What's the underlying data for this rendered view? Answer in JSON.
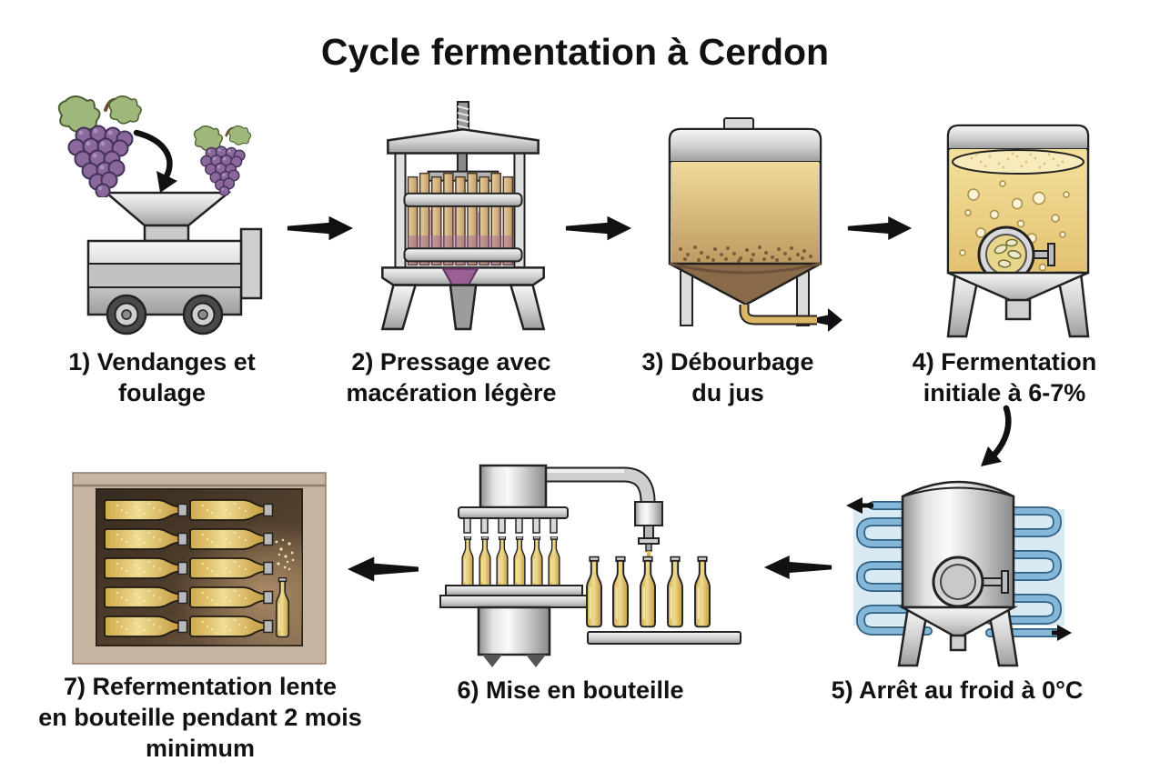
{
  "title": "Cycle fermentation à Cerdon",
  "steps": [
    {
      "id": 1,
      "lines": [
        "1) Vendanges et",
        "foulage"
      ]
    },
    {
      "id": 2,
      "lines": [
        "2) Pressage avec",
        "macération légère"
      ]
    },
    {
      "id": 3,
      "lines": [
        "3) Débourbage",
        "du jus"
      ]
    },
    {
      "id": 4,
      "lines": [
        "4) Fermentation",
        "initiale à 6-7%"
      ]
    },
    {
      "id": 5,
      "lines": [
        "5) Arrêt au froid à 0°C"
      ]
    },
    {
      "id": 6,
      "lines": [
        "6) Mise en bouteille"
      ]
    },
    {
      "id": 7,
      "lines": [
        "7) Refermentation lente",
        "en bouteille pendant 2 mois",
        "minimum"
      ]
    }
  ],
  "flow": [
    "step1-to-step2",
    "step2-to-step3",
    "step3-to-step4",
    "step4-to-step5",
    "step5-to-step6",
    "step6-to-step7"
  ],
  "icons": {
    "step1": "grape-crusher-icon",
    "step2": "wine-press-icon",
    "step3": "settling-tank-icon",
    "step4": "fermentation-tank-icon",
    "step5": "cooling-tank-icon",
    "step6": "bottling-machine-icon",
    "step7": "wine-cellar-icon"
  },
  "colors": {
    "background": "#ffffff",
    "text": "#111111",
    "outline": "#1f1f1f",
    "arrow-black": "#111111",
    "grape-purple": "#8a689c",
    "grape-outline": "#43325a",
    "leaf-green": "#9eb77b",
    "metal-light": "#f2f2f2",
    "metal-mid": "#c9c9c9",
    "metal-dark": "#8f8f8f",
    "wood-tan": "#d9b886",
    "juice-gold": "#e8cd84",
    "juice-deep": "#bf9a62",
    "lees-brown": "#8a6b49",
    "must-purple": "#9c5f94",
    "foam-cream": "#f7eabb",
    "coil-blue": "#85b8d8",
    "coil-bg-blue": "#d9eaf4",
    "bottle-gold": "#e3c161",
    "cellar-brown": "#4a392a",
    "cellar-frame-tan": "#c6b5a0"
  }
}
